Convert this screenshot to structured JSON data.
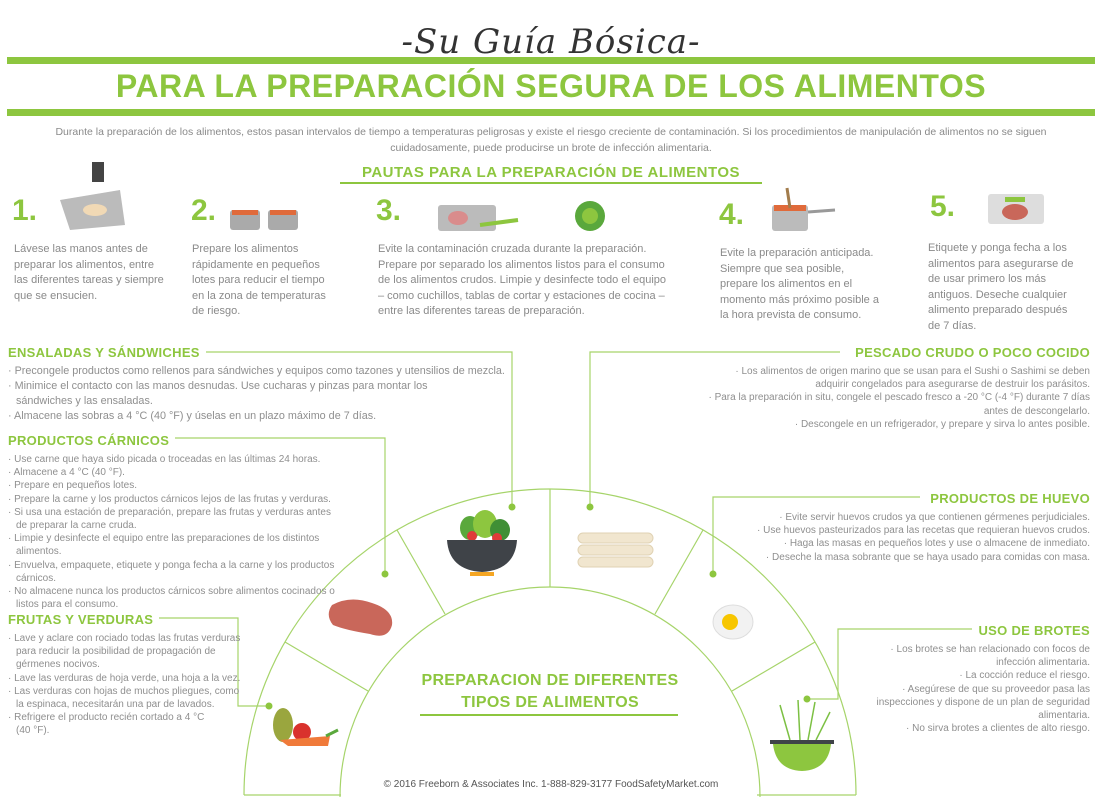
{
  "header": {
    "script_title": "-Su Guía Bósica-",
    "title": "PARA LA PREPARACIÓN SEGURA DE LOS ALIMENTOS",
    "intro": "Durante la preparación de los alimentos, estos pasan intervalos de tiempo a temperaturas peligrosas y existe el riesgo creciente de contaminación. Si los procedimientos de manipulación de alimentos no se siguen cuidadosamente, puede producirse un brote de infección alimentaria."
  },
  "guidelines": {
    "title": "PAUTAS PARA LA PREPARACIÓN DE ALIMENTOS",
    "steps": [
      {
        "number": "1.",
        "text": "Lávese las manos antes de preparar los alimentos, entre las diferentes tareas y siempre que se ensucien.",
        "icon": "hand-sink-icon"
      },
      {
        "number": "2.",
        "text": "Prepare los alimentos rápidamente en pequeños lotes para reducir el tiempo en la zona de temperaturas de riesgo.",
        "icon": "pots-icon"
      },
      {
        "number": "3.",
        "text": "Evite la contaminación cruzada durante la preparación. Prepare por separado los alimentos listos para el consumo de los alimentos crudos. Limpie y desinfecte todo el equipo – como cuchillos, tablas de cortar y estaciones de cocina – entre las diferentes tareas de preparación.",
        "icon": "cutting-board-icon"
      },
      {
        "number": "4.",
        "text": "Evite la preparación anticipada. Siempre que sea posible, prepare los alimentos en el momento más próximo posible a la hora prevista de consumo.",
        "icon": "saucepan-icon"
      },
      {
        "number": "5.",
        "text": "Etiquete y ponga fecha a los alimentos para asegurarse de de usar primero los más antiguos. Deseche cualquier alimento preparado después de 7 días.",
        "icon": "food-container-icon"
      }
    ]
  },
  "sections": {
    "salads": {
      "title": "ENSALADAS Y SÁNDWICHES",
      "items": [
        "Precongele productos como rellenos para sándwiches y equipos como tazones y utensilios de mezcla.",
        "Minimice el contacto con las manos desnudas. Use cucharas y pinzas para montar los sándwiches y las ensaladas.",
        "Almacene las sobras a 4 °C (40 °F) y úselas en un plazo máximo de 7 días."
      ]
    },
    "meat": {
      "title": "PRODUCTOS CÁRNICOS",
      "items": [
        "Use carne que haya sido picada o troceadas en las últimas 24 horas.",
        "Almacene a 4 °C (40 °F).",
        "Prepare en pequeños lotes.",
        "Prepare la carne y los productos cárnicos lejos de las frutas y verduras.",
        "Si usa una estación de preparación, prepare las frutas y verduras antes de preparar la carne cruda.",
        "Limpie y desinfecte el equipo entre las preparaciones de los distintos alimentos.",
        "Envuelva, empaquete, etiquete y ponga fecha a la carne y los productos cárnicos.",
        "No almacene nunca los productos cárnicos sobre alimentos cocinados o listos para el consumo."
      ]
    },
    "produce": {
      "title": "FRUTAS Y VERDURAS",
      "items": [
        "Lave y aclare con rociado todas las frutas verduras para reducir la posibilidad de propagación de gérmenes nocivos.",
        "Lave las verduras de hoja verde, una hoja a la vez.",
        "Las verduras con hojas de muchos pliegues, como la espinaca, necesitarán una par de lavados.",
        "Refrigere el producto recién cortado a 4 °C (40 °F)."
      ]
    },
    "fish": {
      "title": "PESCADO CRUDO O POCO COCIDO",
      "items": [
        "Los alimentos de origen marino que se usan para el Sushi o Sashimi se deben adquirir congelados para asegurarse de destruir los parásitos.",
        "Para la preparación in situ, congele el pescado fresco a -20 °C (-4 °F) durante 7 días antes de descongelarlo.",
        "Descongele en un refrigerador, y prepare y sirva lo antes posible."
      ]
    },
    "eggs": {
      "title": "PRODUCTOS DE HUEVO",
      "items": [
        "Evite servir huevos crudos ya que contienen gérmenes perjudiciales.",
        "Use huevos pasteurizados para las recetas que requieran huevos crudos.",
        "Haga las masas en pequeños lotes y use o almacene de inmediato.",
        "Deseche la masa sobrante que se haya usado para comidas con masa."
      ]
    },
    "sprouts": {
      "title": "USO DE BROTES",
      "items": [
        "Los brotes se han relacionado con focos de infección alimentaria.",
        "La cocción reduce el riesgo.",
        "Asegúrese de que su proveedor pasa las inspecciones y dispone de un plan de seguridad alimentaria.",
        "No sirva brotes a clientes de alto riesgo."
      ]
    }
  },
  "center": {
    "line1": "PREPARACION DE DIFERENTES",
    "line2": "TIPOS DE ALIMENTOS"
  },
  "footer": "© 2016 Freeborn & Associates Inc. 1-888-829-3177 FoodSafetyMarket.com",
  "colors": {
    "accent": "#8dc63f",
    "text": "#8a8a8a"
  }
}
